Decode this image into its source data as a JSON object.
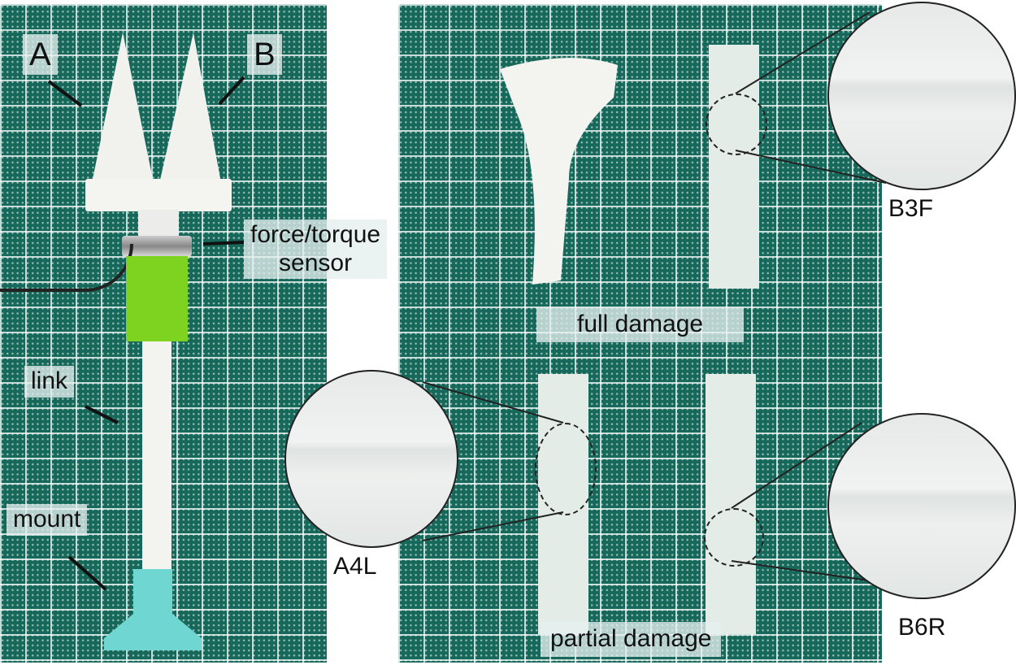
{
  "left_panel": {
    "labels": {
      "a": "A",
      "b": "B",
      "sensor_line1": "force/torque",
      "sensor_line2": "sensor",
      "link": "link",
      "mount": "mount"
    }
  },
  "right_panel": {
    "labels": {
      "full": "full damage",
      "partial": "partial damage",
      "b3f": "B3F",
      "a4l": "A4L",
      "b6r": "B6R"
    }
  },
  "colors": {
    "mat": "#16695a",
    "gripper": "#f2f2ee",
    "sensor_mount": "#7ed321",
    "base_mount": "#6fd6d2"
  }
}
